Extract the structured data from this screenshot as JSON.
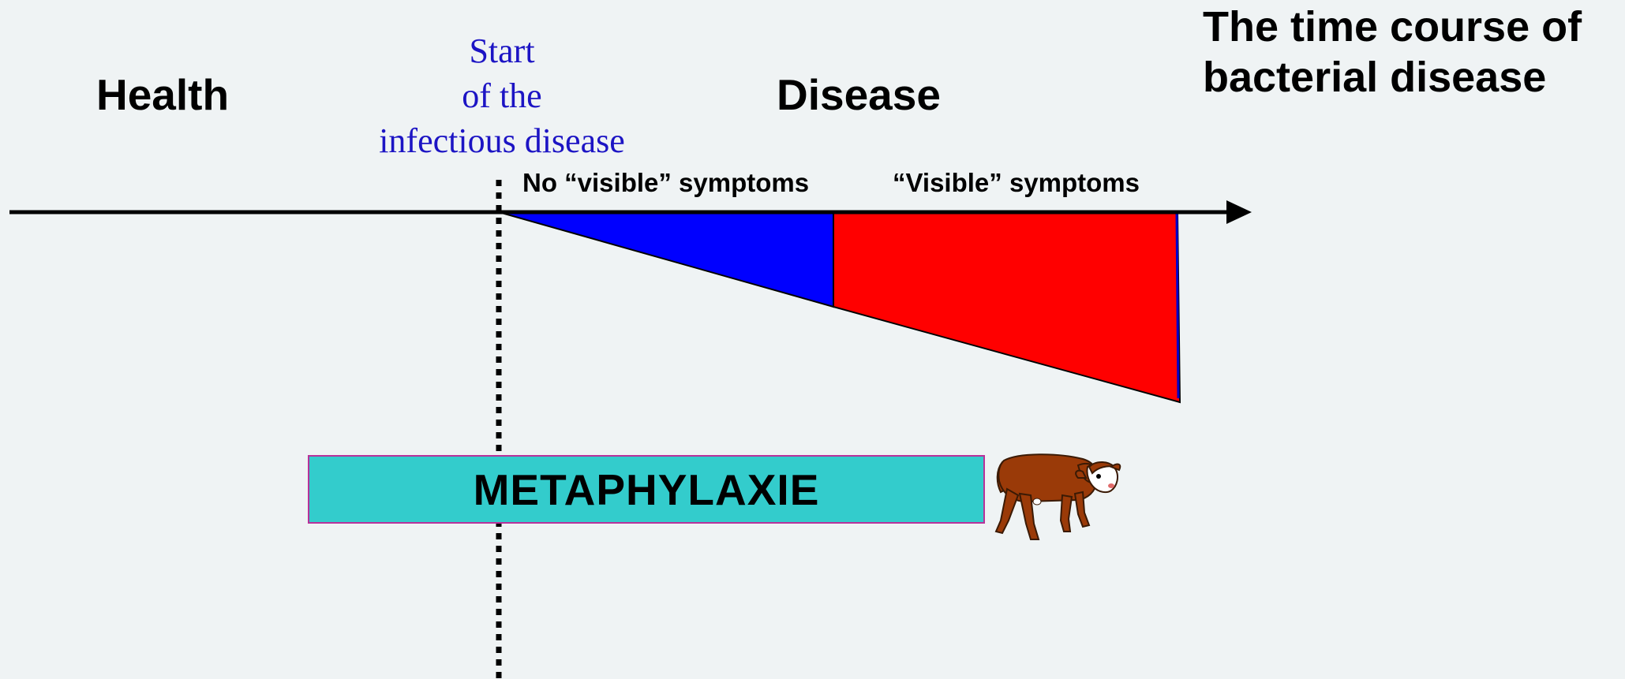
{
  "title": {
    "line1": "The time course of",
    "line2": "bacterial disease"
  },
  "phases": {
    "health": "Health",
    "disease": "Disease"
  },
  "start_marker": {
    "line1": "Start",
    "line2": "of the",
    "line3": "infectious disease"
  },
  "stages": {
    "no_symptoms": "No “visible” symptoms",
    "symptoms": "“Visible” symptoms"
  },
  "intervention": {
    "label": "METAPHYLAXIE"
  },
  "icons": {
    "calf": "sick-calf-icon"
  },
  "colors": {
    "background": "#eff3f4",
    "subclinical": "#0000ff",
    "clinical": "#ff0000",
    "intervention_fill": "#33cccc",
    "intervention_border": "#b8329a",
    "start_text": "#1c14c4"
  }
}
